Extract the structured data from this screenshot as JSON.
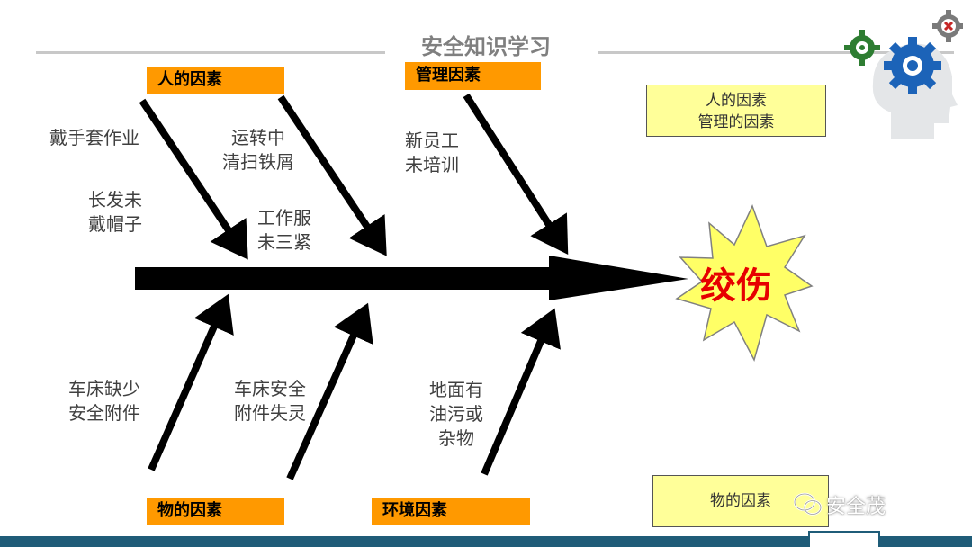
{
  "title": "安全知识学习",
  "effect": "绞伤",
  "categories": {
    "person": "人的因素",
    "management": "管理因素",
    "object": "物的因素",
    "environment": "环境因素"
  },
  "causes": {
    "gloves": "戴手套作业",
    "long_hair": "长发未\n戴帽子",
    "cleaning": "运转中\n清扫铁屑",
    "clothing": "工作服\n未三紧",
    "training": "新员工\n未培训",
    "lathe_missing": "车床缺少\n安全附件",
    "lathe_failure": "车床安全\n附件失灵",
    "floor": "地面有\n油污或\n杂物"
  },
  "notes": {
    "top": "人的因素\n管理的因素",
    "bottom": "物的因素"
  },
  "watermark": "安全茂",
  "colors": {
    "category_fill": "#ff9900",
    "note_fill": "#ffff99",
    "effect_text": "#e60000",
    "footer": "#1f5c78"
  }
}
